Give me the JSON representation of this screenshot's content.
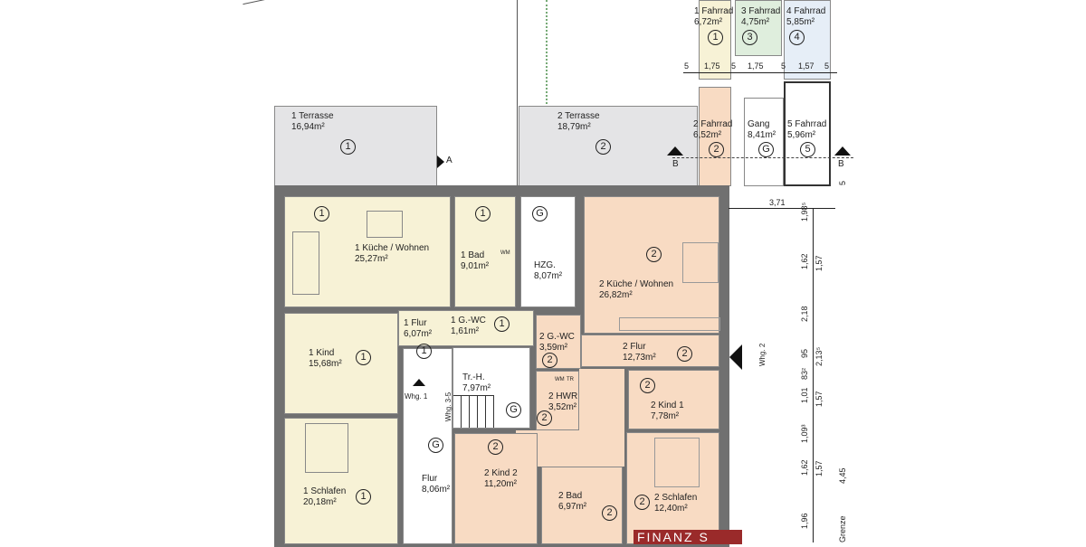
{
  "terraces": [
    {
      "name": "1 Terrasse",
      "area": "16,94m²",
      "unit": "1"
    },
    {
      "name": "2 Terrasse",
      "area": "18,79m²",
      "unit": "2"
    }
  ],
  "bikes": [
    {
      "name": "1 Fahrrad",
      "area": "6,72m²",
      "unit": "1"
    },
    {
      "name": "3 Fahrrad",
      "area": "4,75m²",
      "unit": "3"
    },
    {
      "name": "4 Fahrrad",
      "area": "5,85m²",
      "unit": "4"
    },
    {
      "name": "2 Fahrrad",
      "area": "6,52m²",
      "unit": "2"
    },
    {
      "name": "Gang",
      "area": "8,41m²",
      "unit": "G"
    },
    {
      "name": "5 Fahrrad",
      "area": "5,96m²",
      "unit": "5"
    }
  ],
  "apartment1": {
    "kueche": {
      "name": "1 Küche / Wohnen",
      "area": "25,27m²",
      "unit": "1"
    },
    "bad": {
      "name": "1 Bad",
      "area": "9,01m²",
      "unit": "1"
    },
    "flur": {
      "name": "1 Flur",
      "area": "6,07m²",
      "unit": "1"
    },
    "wc": {
      "name": "1 G.-WC",
      "area": "1,61m²",
      "unit": "1"
    },
    "kind": {
      "name": "1 Kind",
      "area": "15,68m²",
      "unit": "1"
    },
    "schlafen": {
      "name": "1 Schlafen",
      "area": "20,18m²",
      "unit": "1"
    },
    "entrance": "Whg. 1"
  },
  "common": {
    "hzg": {
      "name": "HZG.",
      "area": "8,07m²",
      "unit": "G"
    },
    "treppe": {
      "name": "Tr.-H.",
      "area": "7,97m²",
      "unit": "G"
    },
    "flur": {
      "name": "Flur",
      "area": "8,06m²",
      "unit": "G"
    },
    "entrance3": "Whg. 3-5",
    "wm": "WM",
    "tr": "TR"
  },
  "apartment2": {
    "kueche": {
      "name": "2 Küche / Wohnen",
      "area": "26,82m²",
      "unit": "2"
    },
    "wc": {
      "name": "2 G.-WC",
      "area": "3,59m²",
      "unit": "2"
    },
    "flur": {
      "name": "2 Flur",
      "area": "12,73m²",
      "unit": "2"
    },
    "hwr": {
      "name": "2 HWR",
      "area": "3,52m²",
      "unit": "2"
    },
    "kind1": {
      "name": "2 Kind 1",
      "area": "7,78m²",
      "unit": "2"
    },
    "kind2": {
      "name": "2 Kind 2",
      "area": "11,20m²",
      "unit": "2"
    },
    "bad": {
      "name": "2 Bad",
      "area": "6,97m²",
      "unit": "2"
    },
    "schlafen": {
      "name": "2 Schlafen",
      "area": "12,40m²",
      "unit": "2"
    },
    "entrance": "Whg. 2"
  },
  "section_marks": {
    "a": "A",
    "b": "B"
  },
  "dimensions": {
    "horizontal": [
      "5",
      "1,75",
      "5",
      "1,75",
      "5",
      "1,57",
      "5"
    ],
    "width": "3,71",
    "vertical_inner": [
      "1,98⁵",
      "1,62",
      "2,18",
      "95",
      "83²",
      "1,01",
      "1,09³",
      "1,62",
      "1,96"
    ],
    "vertical_outer": [
      "1,57",
      "2,13⁵",
      "1,57",
      "1,57"
    ],
    "side": "5",
    "bottom": "4,45",
    "grenze": "Grenze"
  },
  "watermark": "FINANZ S"
}
